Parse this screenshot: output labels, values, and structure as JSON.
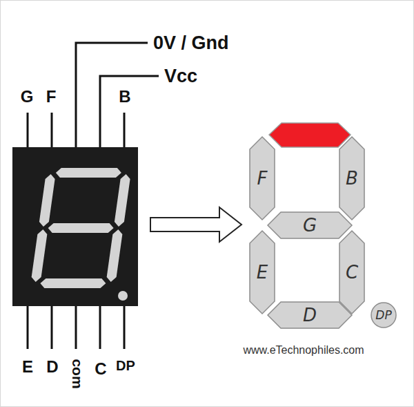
{
  "diagram": {
    "nodes": [
      {
        "text": [
          "F"
        ]
      },
      {
        "text": [
          "B"
        ]
      },
      {
        "text": [
          "G"
        ]
      },
      {
        "text": [
          "E"
        ]
      },
      {
        "text": [
          "C"
        ]
      },
      {
        "text": [
          "D"
        ]
      },
      {
        "text": [
          "DP"
        ]
      }
    ],
    "labels": [
      "G",
      "F",
      "0V / Gnd",
      "Vcc",
      "B",
      "E",
      "D",
      "com",
      "C",
      "DP",
      "www.eTechnophiles.com"
    ]
  }
}
